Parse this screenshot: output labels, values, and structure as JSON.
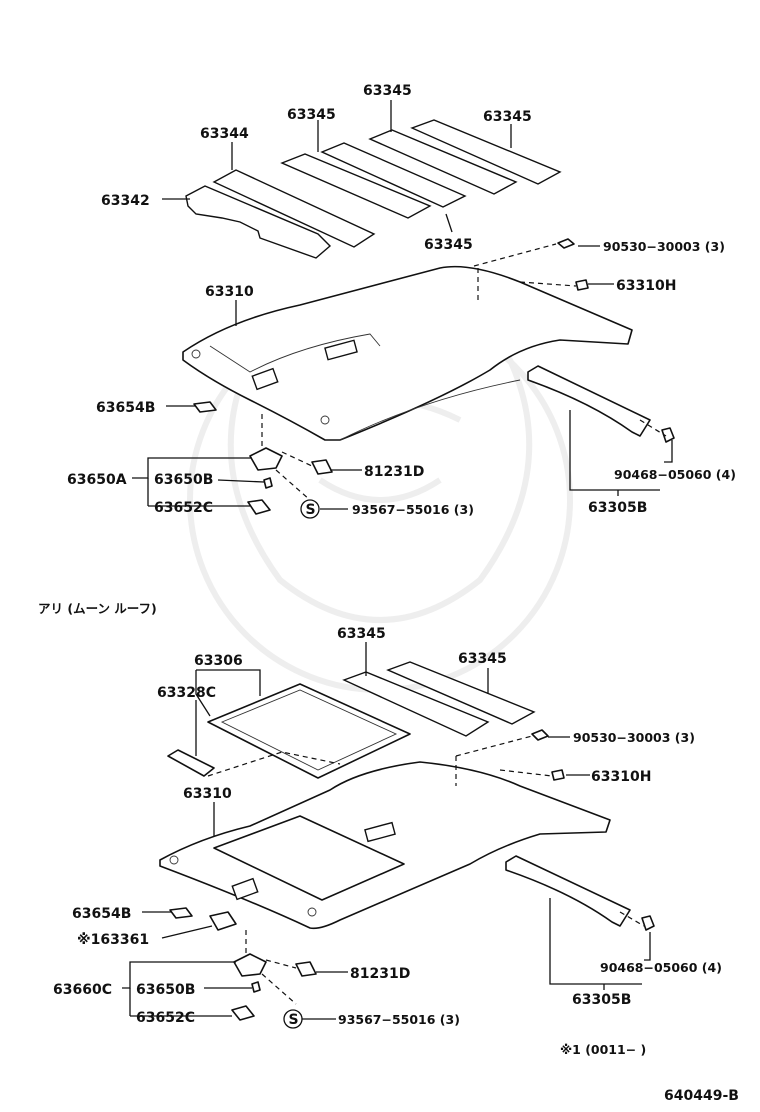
{
  "section_a": {
    "labels": {
      "p63345_top": "63345",
      "p63345_left": "63345",
      "p63345_right": "63345",
      "p63345_bottom": "63345",
      "p63344": "63344",
      "p63342": "63342",
      "p63310": "63310",
      "p90530": "90530−30003 (3)",
      "p63310H": "63310H",
      "p63654B": "63654B",
      "p63650A": "63650A",
      "p63650B": "63650B",
      "p81231D": "81231D",
      "p63652C": "63652C",
      "p93567": "93567−55016 (3)",
      "p90468": "90468−05060 (4)",
      "p63305B": "63305B",
      "s_symbol": "S"
    }
  },
  "section_b": {
    "heading": "アリ (ムーン ルーフ)",
    "labels": {
      "p63345_left": "63345",
      "p63345_right": "63345",
      "p63306": "63306",
      "p63328C": "63328C",
      "p90530": "90530−30003 (3)",
      "p63310H": "63310H",
      "p63310": "63310",
      "p63654B": "63654B",
      "p63361": "※163361",
      "p81231D": "81231D",
      "p63660C": "63660C",
      "p63650B": "63650B",
      "p63652C": "63652C",
      "p93567": "93567−55016 (3)",
      "p90468": "90468−05060 (4)",
      "p63305B": "63305B",
      "s_symbol": "S"
    },
    "footnote": "※1 (0011−        )"
  },
  "diagram_id": "640449-B"
}
